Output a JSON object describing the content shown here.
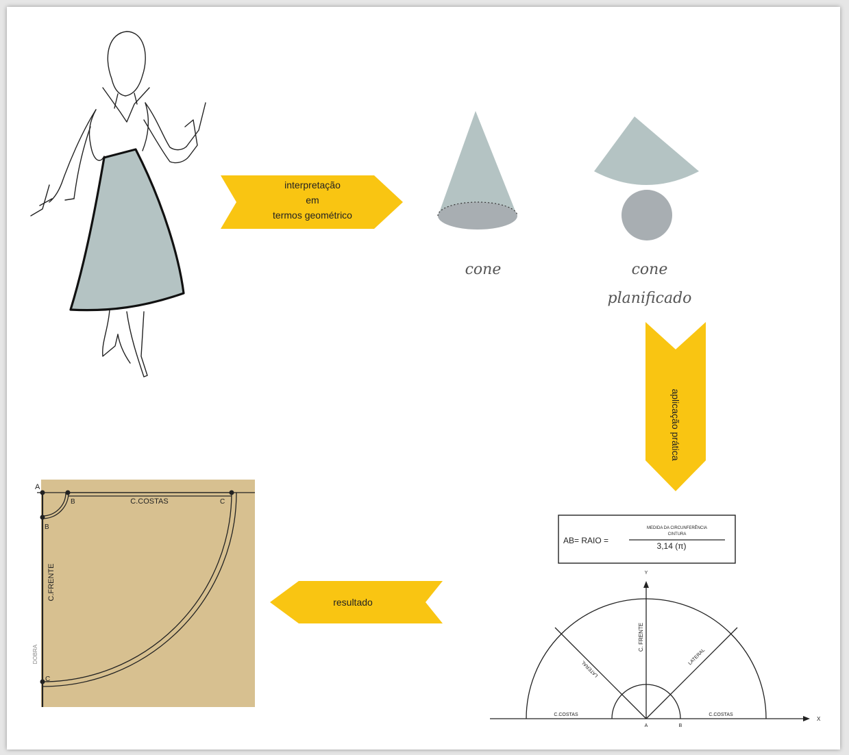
{
  "colors": {
    "arrow": "#f9c512",
    "shape": "#b4c3c3",
    "shape_dark": "#a8aeb2",
    "paper": "#d7c090",
    "line": "#222222"
  },
  "illustration": {
    "icon": "woman-in-skirt-icon"
  },
  "arrows": {
    "interpretation": [
      "interpretação",
      "em",
      "termos geométrico"
    ],
    "application": "aplicação prática",
    "result": "resultado"
  },
  "labels": {
    "cone": "cone",
    "cone_flat": [
      "cone",
      "planificado"
    ]
  },
  "formula": {
    "left": "AB= RAIO =",
    "numerator": [
      "MEDIDA DA CIRCUNFERÊNCIA",
      "CINTURA"
    ],
    "denominator": "3,14 (π)"
  },
  "geometry_diagram": {
    "axis_x": "X",
    "axis_y": "Y",
    "label_front": "C. FRENTE",
    "label_lateral": "LATERAL",
    "label_back": "C.COSTAS",
    "point_a": "A",
    "point_b": "B"
  },
  "pattern": {
    "point_a": "A",
    "point_b": "B",
    "point_c": "C",
    "back_label": "C.COSTAS",
    "front_label": "C.FRENTE",
    "fold_label": "DOBRA"
  }
}
